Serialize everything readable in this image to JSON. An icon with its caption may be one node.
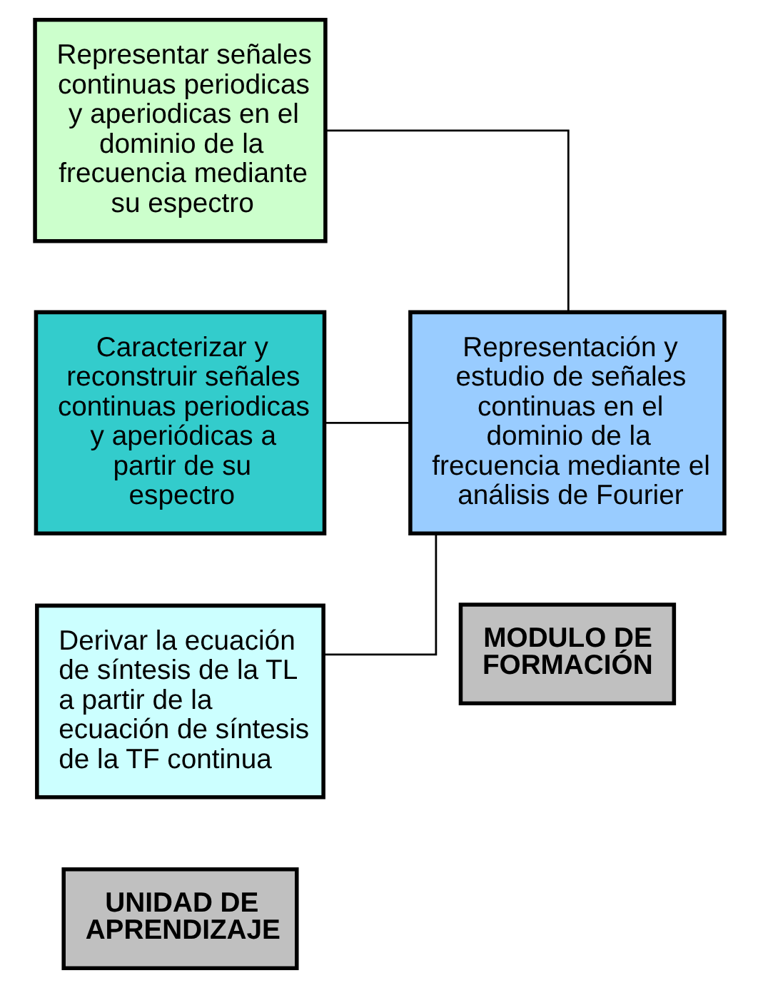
{
  "diagram": {
    "nodes": [
      {
        "text": [
          "UNIDAD DE APRENDIZAJE"
        ]
      },
      {
        "text": [
          "MODULO DE FORMACIÓN"
        ]
      },
      {
        "text": [
          "Representar señales continuas periodicas y aperiodicas en el dominio de la frecuencia mediante su espectro"
        ]
      },
      {
        "text": [
          "Caracterizar y reconstruir señales continuas periodicas y aperiódicas a partir de su espectro"
        ]
      },
      {
        "text": [
          "Derivar la ecuación de síntesis de la TL a partir de la ecuación de síntesis de la TF continua"
        ]
      },
      {
        "text": [
          "Representación y estudio de señales continuas en el dominio de la frecuencia mediante el análisis de Fourier"
        ]
      }
    ],
    "edges": [
      {
        "from": 2,
        "to": 5,
        "arrow": "none"
      },
      {
        "from": 3,
        "to": 5,
        "arrow": "none"
      },
      {
        "from": 4,
        "to": 5,
        "arrow": "none"
      }
    ]
  }
}
